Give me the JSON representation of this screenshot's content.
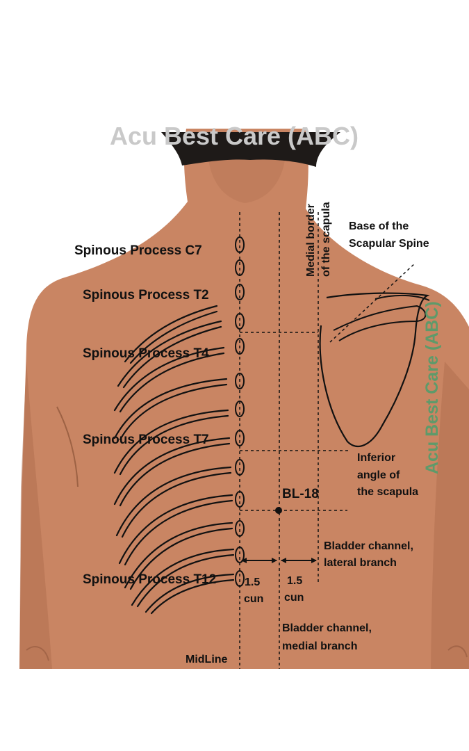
{
  "watermark": {
    "top_text": "Acu Best Care (ABC)",
    "side_text": "Acu Best Care (ABC)",
    "top_color": "#c9c9c9",
    "side_color": "#5e9a6a"
  },
  "colors": {
    "skin": "#c98563",
    "skin_shadow": "#b06f50",
    "hair": "#1e1a18",
    "line": "#111111"
  },
  "vertebrae_labels": [
    {
      "id": "c7",
      "text": "Spinous Process C7"
    },
    {
      "id": "t2",
      "text": "Spinous Process T2"
    },
    {
      "id": "t4",
      "text": "Spinous Process T4"
    },
    {
      "id": "t7",
      "text": "Spinous Process T7"
    },
    {
      "id": "t12",
      "text": "Spinous Process T12"
    }
  ],
  "labels": {
    "medial_border_line1": "Medial border",
    "medial_border_line2": "of the scapula",
    "base_spine_line1": "Base of the",
    "base_spine_line2": "Scapular Spine",
    "inferior_line1": "Inferior",
    "inferior_line2": "angle of",
    "inferior_line3": "the scapula",
    "point": "BL-18",
    "lateral_line1": "Bladder channel,",
    "lateral_line2": "lateral branch",
    "medial_line1": "Bladder channel,",
    "medial_line2": "medial branch",
    "dist1_value": "1.5",
    "dist1_unit": "cun",
    "dist2_value": "1.5",
    "dist2_unit": "cun",
    "midline": "MidLine"
  }
}
